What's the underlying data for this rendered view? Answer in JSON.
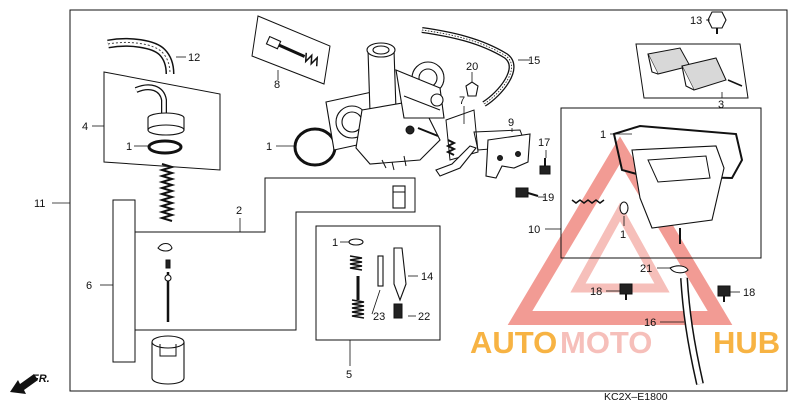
{
  "diagram": {
    "code": "KC2X–E1800",
    "direction_label": "FR.",
    "watermark": {
      "part1": "AUTO",
      "part2": "MOTO",
      "part3": "HUB",
      "color_red": "#e53935",
      "color_orange": "#f6a623",
      "color_light": "#f5b4ae"
    },
    "callouts": {
      "n1": "1",
      "n2": "2",
      "n3": "3",
      "n4": "4",
      "n5": "5",
      "n6": "6",
      "n7": "7",
      "n8": "8",
      "n9": "9",
      "n10": "10",
      "n11": "11",
      "n12": "12",
      "n13": "13",
      "n14": "14",
      "n15": "15",
      "n16": "16",
      "n17": "17",
      "n18": "18",
      "n19": "19",
      "n20": "20",
      "n21": "21",
      "n22": "22",
      "n23": "23"
    }
  }
}
